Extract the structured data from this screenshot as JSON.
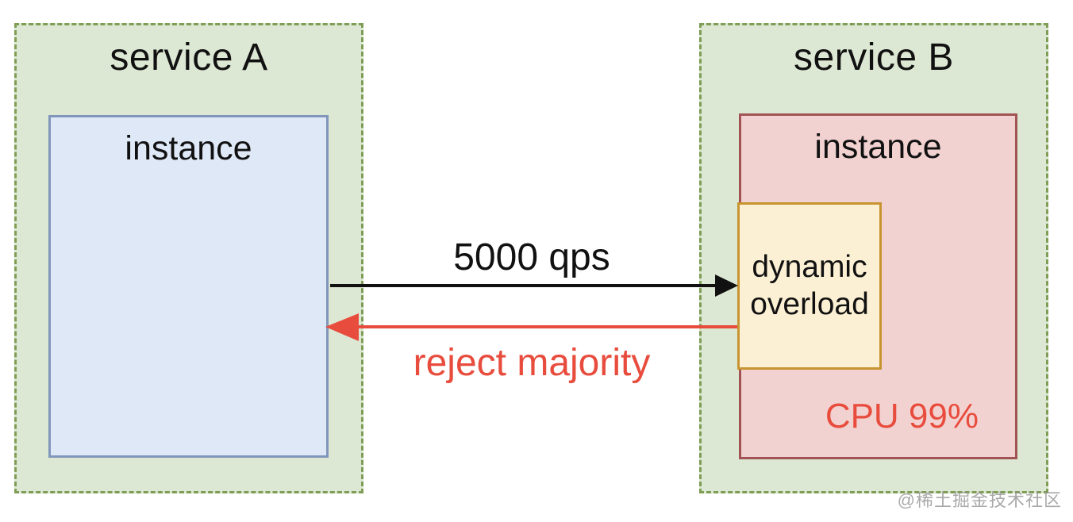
{
  "diagram": {
    "service_a": {
      "title": "service A",
      "instance": {
        "label": "instance"
      }
    },
    "service_b": {
      "title": "service B",
      "instance": {
        "label": "instance"
      },
      "overload_box": {
        "label": "dynamic overload"
      },
      "cpu_status": "CPU 99%"
    },
    "arrows": {
      "request": {
        "label": "5000 qps",
        "direction": "a_to_b"
      },
      "reject": {
        "label": "reject majority",
        "direction": "b_to_a"
      }
    },
    "watermark": "@稀土掘金技术社区"
  },
  "colors": {
    "service_bg": "#dce8d3",
    "service_border": "#7f9d55",
    "instance_a_bg": "#dee8f7",
    "instance_a_border": "#8096bb",
    "instance_b_bg": "#f2d2d1",
    "instance_b_border": "#a25353",
    "overload_bg": "#fcf0d4",
    "overload_border": "#c79430",
    "arrow_request": "#111111",
    "arrow_reject": "#e84c3d",
    "cpu_text": "#e84c3d"
  }
}
